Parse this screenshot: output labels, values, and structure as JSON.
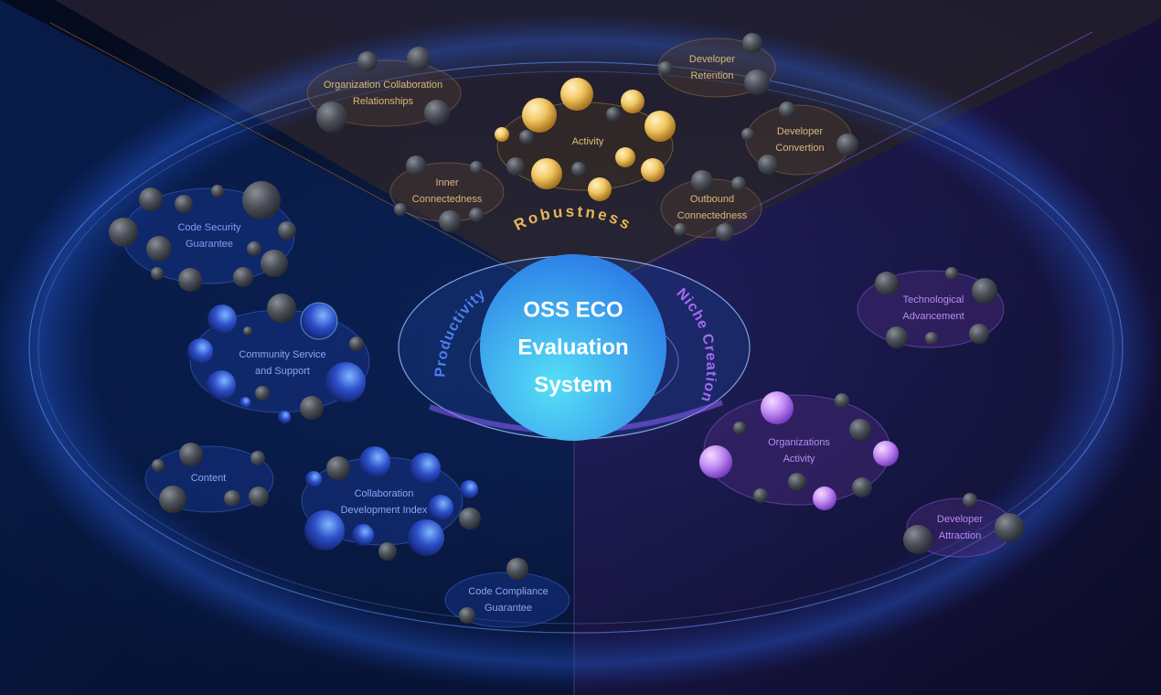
{
  "title": {
    "line1": "OSS ECO",
    "line2": "Evaluation",
    "line3": "System"
  },
  "dimensions": {
    "robustness": "Robustness",
    "productivity": "Productivity",
    "niche_creation": "Niche Creation"
  },
  "colors": {
    "background": "#07102a",
    "robustness": "#e7b657",
    "productivity": "#4d7ff0",
    "niche_creation": "#a36bf2",
    "center": "#3aa6f5"
  },
  "metrics": {
    "org_collab": {
      "line1": "Organization Collaboration",
      "line2": "Relationships"
    },
    "activity": {
      "line1": "Activity"
    },
    "dev_retention": {
      "line1": "Developer",
      "line2": "Retention"
    },
    "dev_convertion": {
      "line1": "Developer",
      "line2": "Convertion"
    },
    "inner_conn": {
      "line1": "Inner",
      "line2": "Connectedness"
    },
    "outbound_conn": {
      "line1": "Outbound",
      "line2": "Connectedness"
    },
    "code_security": {
      "line1": "Code Security",
      "line2": "Guarantee"
    },
    "community_service": {
      "line1": "Community Service",
      "line2": "and Support"
    },
    "content": {
      "line1": "Content"
    },
    "collab_dev_index": {
      "line1": "Collaboration",
      "line2": "Development Index"
    },
    "code_compliance": {
      "line1": "Code Compliance",
      "line2": "Guarantee"
    },
    "tech_advancement": {
      "line1": "Technological",
      "line2": "Advancement"
    },
    "orgs_activity": {
      "line1": "Organizations",
      "line2": "Activity"
    },
    "dev_attraction": {
      "line1": "Developer",
      "line2": "Attraction"
    }
  }
}
